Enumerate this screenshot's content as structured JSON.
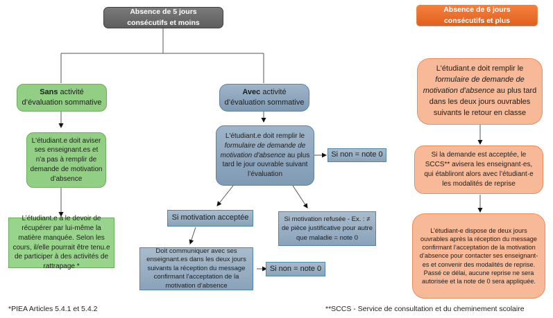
{
  "left_branch": {
    "header": {
      "line1": "Absence de 5 jours",
      "line2": "consécutifs et moins"
    },
    "sans": {
      "bold": "Sans",
      "rest": " activité",
      "line2": "d’évaluation sommative",
      "step1": "L'étudiant.e doit aviser ses enseignant.es et n'a pas à remplir de demande de motivation d’absence",
      "step2": "L’étudiant.e a le devoir de récupérer par lui-même la matière manquée. Selon les cours, il/elle pourrait être tenu.e de participer à des activités de rattrapage *"
    },
    "avec": {
      "bold": "Avec",
      "rest": " activité",
      "line2": "d’évaluation sommative",
      "step1": {
        "before": "L'étudiant.e doit remplir le ",
        "italic": "formulaire de demande de motivation d'absence",
        "after": " au plus tard le jour ouvrable suivant l’évaluation"
      },
      "si_non_1": "Si non = note 0",
      "accepted": "Si motivation acceptée",
      "refused": "Si motivation refusée - Ex. : ≠ de pièce justificative pour autre que maladie = note 0",
      "accepted_step": "Doit communiquer avec ses enseignant.es dans les deux jours suivants la réception du message confirmant l'acceptation de la motivation d’absence",
      "si_non_2": "Si non = note 0"
    }
  },
  "right_branch": {
    "header": {
      "line1": "Absence de 6 jours",
      "line2": "consécutifs et plus"
    },
    "step1": {
      "before": "L'étudiant.e doit remplir le ",
      "italic": "formulaire de demande de motivation d'absence",
      "after": " au plus tard dans les deux jours ouvrables suivants le retour en classe"
    },
    "step2": "Si la demande est acceptée, le SCCS** avisera les enseignant·es, qui établiront alors avec l’étudiant·e les modalités de reprise",
    "step3": "L’étudiant-e dispose de deux jours ouvrables après la réception du message confirmant l’acceptation de la motivation d’absence pour contacter ses enseignant-es et convenir des modalités de reprise. Passé ce délai, aucune reprise ne sera autorisée et la note de 0 sera appliquée."
  },
  "footnotes": {
    "left": "*PIEA Articles 5.4.1 et 5.4.2",
    "right": "**SCCS - Service de consultation et du cheminement scolaire"
  },
  "colors": {
    "grey_header": "#6b6b6b",
    "orange_header": "#ec6f2d",
    "green": "#92cf85",
    "blue": "#8fa8bf",
    "peach": "#f7b997"
  }
}
